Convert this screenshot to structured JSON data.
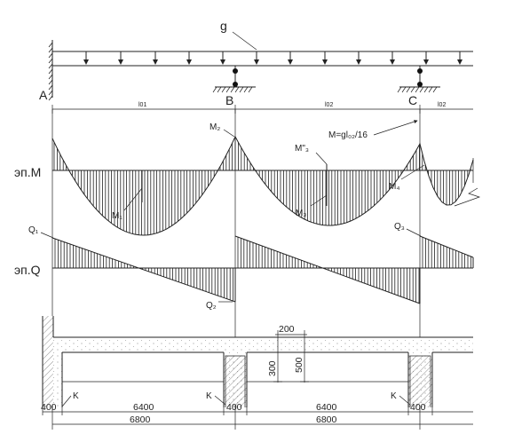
{
  "load": {
    "label": "g"
  },
  "supports": {
    "a": "A",
    "b": "B",
    "c": "C"
  },
  "spans": {
    "l01": "l01",
    "l02a": "l02",
    "l02b": "l02"
  },
  "moment": {
    "diagram_label": "эп.M",
    "formula": "M=gl₀₂/16",
    "labels": {
      "m1": "M₁",
      "m2": "M₂",
      "m3": "M₃",
      "m3pp": "M\"₃",
      "m4": "M₄"
    }
  },
  "shear": {
    "diagram_label": "эп.Q",
    "labels": {
      "q1": "Q₁",
      "q2": "Q₂",
      "q3": "Q₃"
    }
  },
  "section": {
    "web_width": "200",
    "beam_height": "300",
    "total_height": "500",
    "k_label": "K",
    "support_width": "400",
    "clear_span": "6400",
    "span": "6800"
  }
}
